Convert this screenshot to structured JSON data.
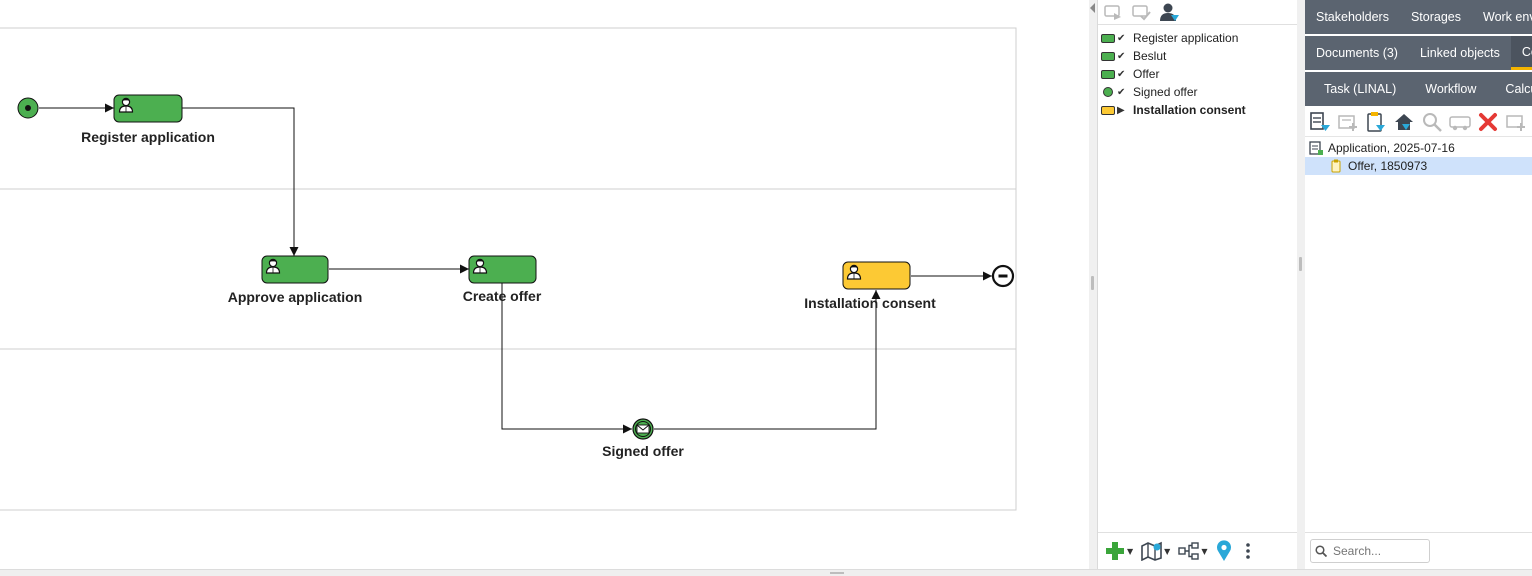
{
  "diagram": {
    "tasks": [
      {
        "id": "register",
        "label": "Register application",
        "status": "done",
        "color": "#4caf50"
      },
      {
        "id": "approve",
        "label": "Approve application",
        "status": "done",
        "color": "#4caf50"
      },
      {
        "id": "create",
        "label": "Create offer",
        "status": "done",
        "color": "#4caf50"
      },
      {
        "id": "consent",
        "label": "Installation consent",
        "status": "active",
        "color": "#fcc934"
      }
    ],
    "events": [
      {
        "id": "signed",
        "label": "Signed offer",
        "type": "message"
      }
    ]
  },
  "workflow_steps": [
    {
      "label": "Register application",
      "shape": "task",
      "status": "done",
      "color": "#4caf50"
    },
    {
      "label": "Beslut",
      "shape": "task",
      "status": "done",
      "color": "#4caf50"
    },
    {
      "label": "Offer",
      "shape": "task",
      "status": "done",
      "color": "#4caf50"
    },
    {
      "label": "Signed offer",
      "shape": "event",
      "status": "done",
      "color": "#4caf50"
    },
    {
      "label": "Installation consent",
      "shape": "task",
      "status": "active",
      "color": "#fcc934"
    }
  ],
  "status_glyphs": {
    "done": "✔",
    "active": "▶"
  },
  "tabs": {
    "row1": [
      "Stakeholders",
      "Storages",
      "Work environment"
    ],
    "row2": [
      "Documents (3)",
      "Linked objects",
      "Connections"
    ],
    "row3": [
      "Task (LINAL)",
      "Workflow",
      "Calculation"
    ]
  },
  "tree": [
    {
      "label": "Application, 2025-07-16",
      "icon": "application-icon",
      "level": 0,
      "selected": false
    },
    {
      "label": "Offer, 1850973",
      "icon": "offer-icon",
      "level": 1,
      "selected": true
    }
  ],
  "search": {
    "placeholder": "Search..."
  },
  "colors": {
    "done": "#4caf50",
    "active": "#fcc934",
    "tab_bg": "#5b6470",
    "tab_accent": "#f5b400",
    "selection": "#cfe2fb"
  }
}
